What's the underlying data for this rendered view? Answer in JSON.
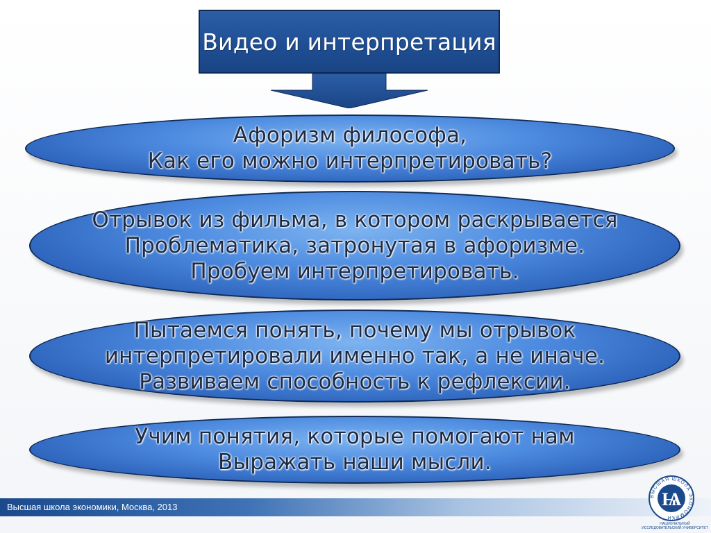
{
  "title": "Видео и интерпретация",
  "steps": [
    {
      "lines": [
        "Афоризм философа,",
        "Как его можно интерпретировать?"
      ]
    },
    {
      "lines": [
        "Отрывок из фильма, в котором раскрывается",
        "Проблематика, затронутая в афоризме.",
        "Пробуем интерпретировать."
      ]
    },
    {
      "lines": [
        "Пытаемся понять, почему мы отрывок",
        "интерпретировали именно так, а не иначе.",
        "Развиваем способность к рефлексии."
      ]
    },
    {
      "lines": [
        "Учим понятия, которые помогают нам",
        "Выражать наши мысли."
      ]
    }
  ],
  "footer": {
    "text": "Высшая школа экономики, Москва, 2013",
    "logo_ring_text": "ВЫСШАЯ ШКОЛА ЭКОНОМИКИ",
    "logo_caption": "НАЦИОНАЛЬНЫЙ ИССЛЕДОВАТЕЛЬСКИЙ УНИВЕРСИТЕТ"
  },
  "colors": {
    "title_fill": "#1e4d92",
    "ellipse_fill": "#4d8be0",
    "ellipse_border": "#0f2a55",
    "footer_bar": "#1a4a8c"
  },
  "icons": {
    "arrow": "down-arrow-icon",
    "logo": "hse-logo-icon"
  }
}
